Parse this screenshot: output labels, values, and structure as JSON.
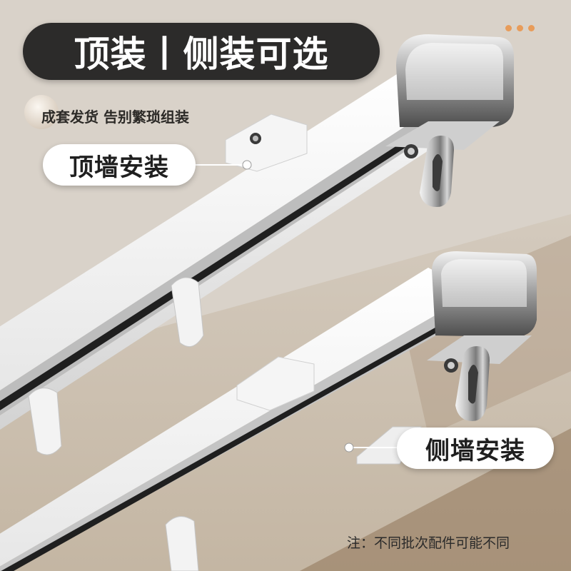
{
  "headline": "顶装丨侧装可选",
  "tagline": "成套发货 告别繁琐组装",
  "labels": {
    "ceiling_mount": "顶墙安装",
    "side_mount": "侧墙安装"
  },
  "note": "注：不同批次配件可能不同",
  "colors": {
    "wall": "#cbbfae",
    "ceiling": "#d8d0c6",
    "shadow_band": "#9c8369",
    "rail": "#eeeeee",
    "headline_bg": "#2c2b2a",
    "dots": "#e89c5a"
  },
  "icons": [
    "decorative-dots-icon",
    "pointer-dot-icon"
  ]
}
